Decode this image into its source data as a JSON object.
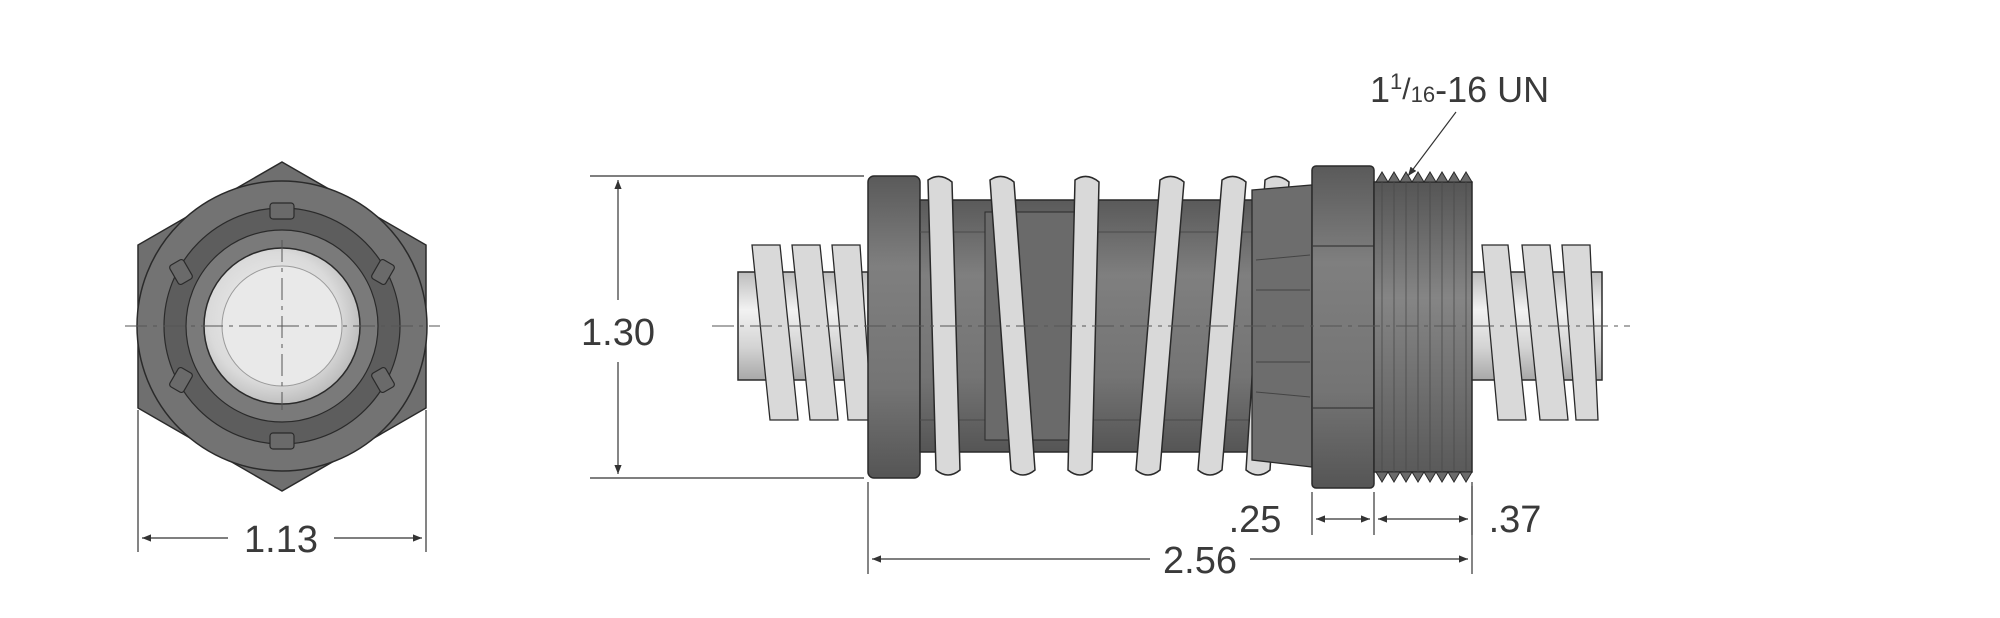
{
  "dimensions": {
    "end_view_width": "1.13",
    "body_diameter": "1.30",
    "flange_thickness": ".25",
    "thread_length": ".37",
    "overall_length": "2.56"
  },
  "thread_spec": {
    "whole": "1",
    "numerator": "1",
    "slash": "/",
    "denominator": "16",
    "rest": "-16 UN"
  },
  "colors": {
    "body_dark": "#6b6b6b",
    "body_mid": "#7d7d7d",
    "spring": "#d9d9d9",
    "rod": "#cfcfcf",
    "outline": "#2a2a2a",
    "dim_line": "#333333"
  }
}
